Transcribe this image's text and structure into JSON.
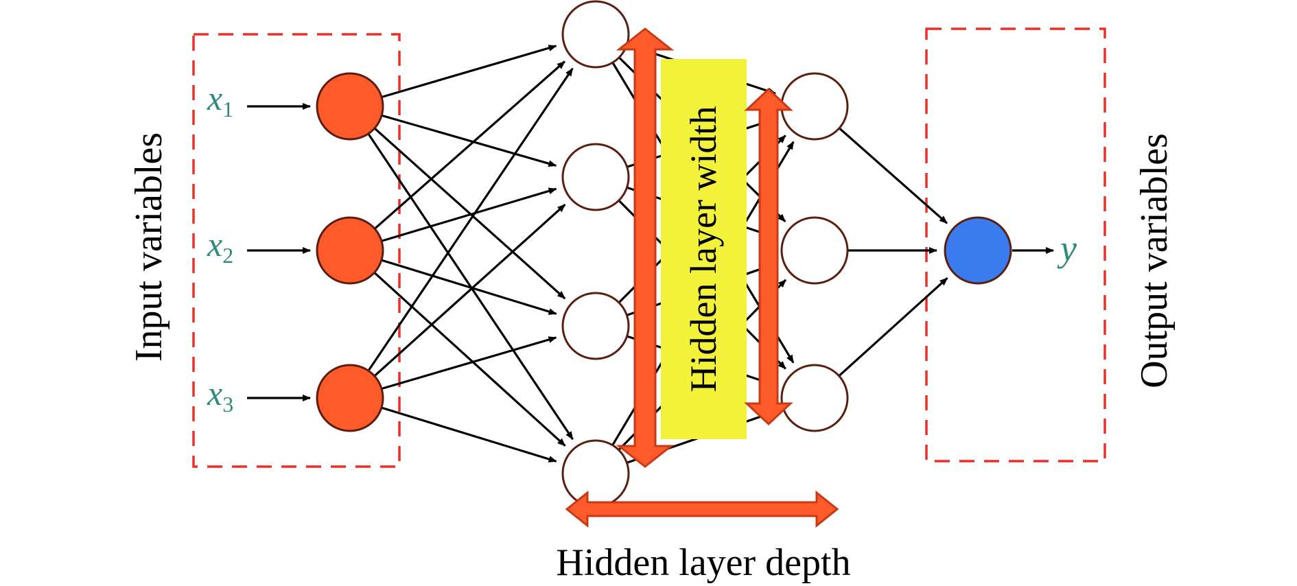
{
  "labels": {
    "input_variables": "Input variables",
    "output_variables": "Output variables",
    "hidden_layer_width": "Hidden layer width",
    "hidden_layer_depth": "Hidden layer depth"
  },
  "inputs": [
    {
      "symbol": "x",
      "subscript": "1"
    },
    {
      "symbol": "x",
      "subscript": "2"
    },
    {
      "symbol": "x",
      "subscript": "3"
    }
  ],
  "output": {
    "symbol": "y"
  },
  "layers": {
    "input_nodes": 3,
    "hidden1_nodes": 4,
    "hidden2_nodes": 3,
    "output_nodes": 1
  },
  "colors": {
    "input_node": "#FF5A2A",
    "output_node": "#3A7BF0",
    "node_outline": "#5A1E10",
    "dashed_box": "#E8302A",
    "variable_text": "#2E8B7A",
    "annotation_arrow_fill": "#FF5A2A",
    "annotation_arrow_outline": "#C83A14",
    "width_label_bg": "#F2F23A",
    "edge": "#000000"
  }
}
